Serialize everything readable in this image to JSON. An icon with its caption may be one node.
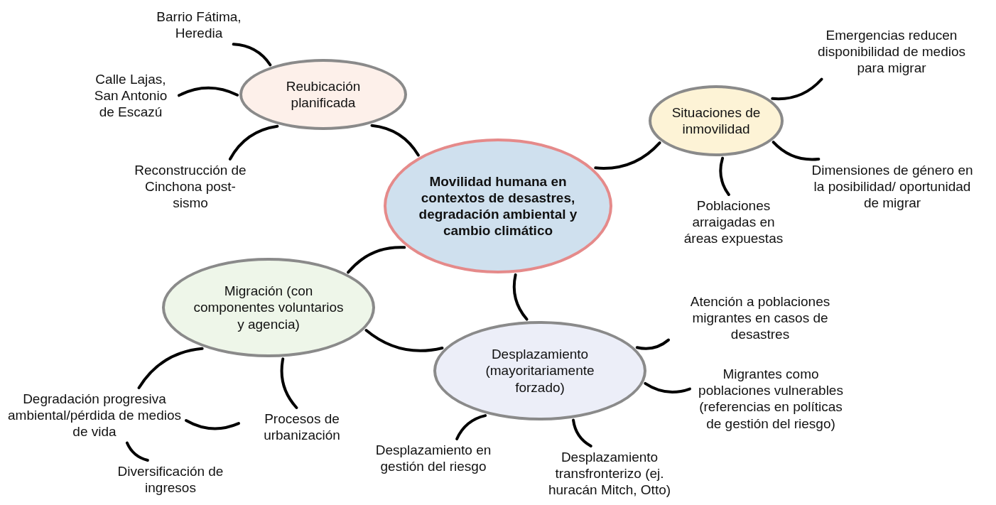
{
  "diagram": {
    "nodes": [
      {
        "text": [
          "Movilidad humana en contextos de desastres, degradación ambiental y cambio climático"
        ]
      },
      {
        "text": [
          "Reubicación planificada"
        ]
      },
      {
        "text": [
          "Barrio Fátima, Heredia"
        ]
      },
      {
        "text": [
          "Calle Lajas, San Antonio de Escazú"
        ]
      },
      {
        "text": [
          "Reconstrucción de Cinchona post-sismo"
        ]
      },
      {
        "text": [
          "Situaciones de inmovilidad"
        ]
      },
      {
        "text": [
          "Emergencias reducen disponibilidad de medios para migrar"
        ]
      },
      {
        "text": [
          "Dimensiones de género en la posibilidad/ oportunidad de migrar"
        ]
      },
      {
        "text": [
          "Poblaciones arraigadas en áreas expuestas"
        ]
      },
      {
        "text": [
          "Migración (con componentes voluntarios y agencia)"
        ]
      },
      {
        "text": [
          "Desplazamiento (mayoritariamente forzado)"
        ]
      },
      {
        "text": [
          "Atención a poblaciones migrantes en casos de desastres"
        ]
      },
      {
        "text": [
          "Migrantes como poblaciones vulnerables (referencias en políticas de gestión del riesgo)"
        ]
      },
      {
        "text": [
          "Desplazamiento en gestión del riesgo"
        ]
      },
      {
        "text": [
          "Desplazamiento transfronterizo (ej. huracán Mitch, Otto)"
        ]
      },
      {
        "text": [
          "Degradación progresiva ambiental/pérdida de medios de vida"
        ]
      },
      {
        "text": [
          "Procesos de urbanización"
        ]
      },
      {
        "text": [
          "Diversificación de ingresos"
        ]
      }
    ],
    "edges": [
      {
        "from": 0,
        "to": 1,
        "arrow": "none"
      },
      {
        "from": 1,
        "to": 2,
        "arrow": "none"
      },
      {
        "from": 1,
        "to": 3,
        "arrow": "none"
      },
      {
        "from": 1,
        "to": 4,
        "arrow": "none"
      },
      {
        "from": 0,
        "to": 5,
        "arrow": "none"
      },
      {
        "from": 5,
        "to": 6,
        "arrow": "none"
      },
      {
        "from": 5,
        "to": 7,
        "arrow": "none"
      },
      {
        "from": 5,
        "to": 8,
        "arrow": "none"
      },
      {
        "from": 0,
        "to": 9,
        "arrow": "none"
      },
      {
        "from": 0,
        "to": 10,
        "arrow": "none"
      },
      {
        "from": 9,
        "to": 10,
        "arrow": "none"
      },
      {
        "from": 10,
        "to": 11,
        "arrow": "none"
      },
      {
        "from": 10,
        "to": 12,
        "arrow": "none"
      },
      {
        "from": 10,
        "to": 13,
        "arrow": "none"
      },
      {
        "from": 10,
        "to": 14,
        "arrow": "none"
      },
      {
        "from": 9,
        "to": 15,
        "arrow": "none"
      },
      {
        "from": 9,
        "to": 16,
        "arrow": "none"
      },
      {
        "from": 15,
        "to": 16,
        "arrow": "none"
      },
      {
        "from": 15,
        "to": 17,
        "arrow": "none"
      }
    ]
  }
}
